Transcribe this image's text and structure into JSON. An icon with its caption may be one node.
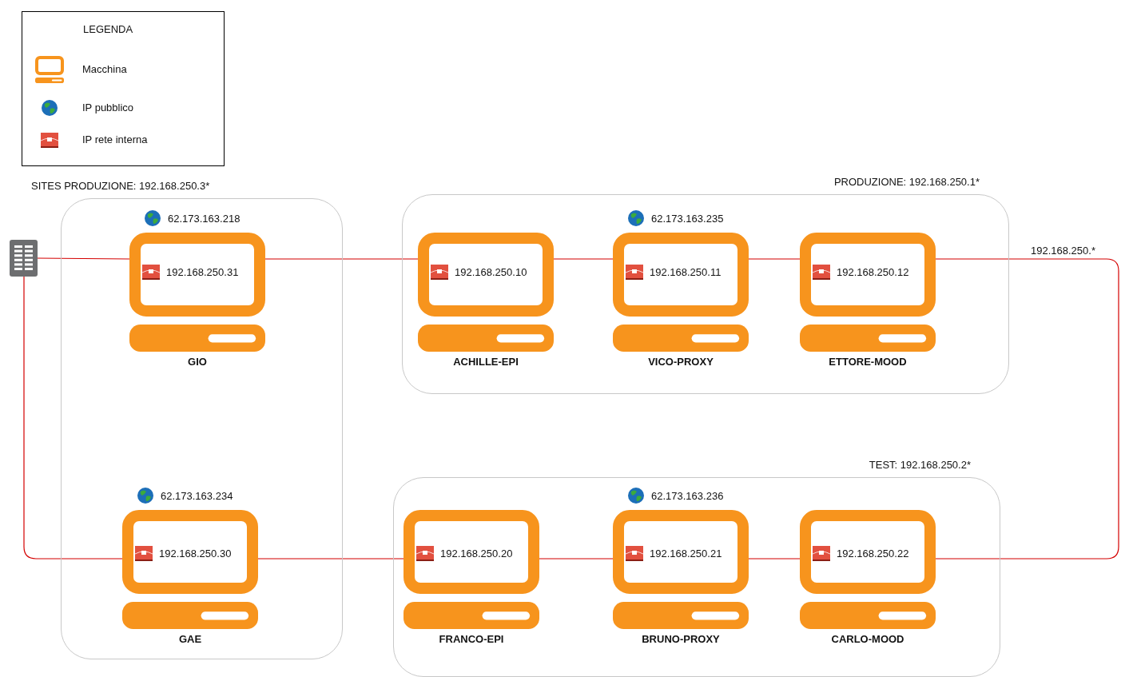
{
  "diagram": {
    "nodes": [
      {
        "text": [
          "SITES PRODUZIONE: 192.168.250.3*"
        ]
      },
      {
        "text": [
          "62.173.163.218",
          "192.168.250.31",
          "GIO"
        ],
        "in": 0
      },
      {
        "text": [
          "62.173.163.234",
          "192.168.250.30",
          "GAE"
        ],
        "in": 0
      },
      {
        "text": [
          "PRODUZIONE: 192.168.250.1*"
        ]
      },
      {
        "text": [
          "192.168.250.10",
          "ACHILLE-EPI"
        ],
        "in": 3
      },
      {
        "text": [
          "62.173.163.235",
          "192.168.250.11",
          "VICO-PROXY"
        ],
        "in": 3
      },
      {
        "text": [
          "192.168.250.12",
          "ETTORE-MOOD"
        ],
        "in": 3
      },
      {
        "text": [
          "TEST: 192.168.250.2*"
        ]
      },
      {
        "text": [
          "192.168.250.20",
          "FRANCO-EPI"
        ],
        "in": 7
      },
      {
        "text": [
          "62.173.163.236",
          "192.168.250.21",
          "BRUNO-PROXY"
        ],
        "in": 7
      },
      {
        "text": [
          "192.168.250.22",
          "CARLO-MOOD"
        ],
        "in": 7
      },
      {
        "text": [],
        "shape": "switch"
      }
    ],
    "edges": [
      {
        "from": 11,
        "to": 1,
        "arrow": "none"
      },
      {
        "from": 1,
        "to": 4,
        "arrow": "none"
      },
      {
        "from": 4,
        "to": 5,
        "arrow": "none"
      },
      {
        "from": 5,
        "to": 6,
        "arrow": "none"
      },
      {
        "from": 6,
        "to": 10,
        "arrow": "none",
        "label": "192.168.250.*"
      },
      {
        "from": 10,
        "to": 9,
        "arrow": "none"
      },
      {
        "from": 9,
        "to": 8,
        "arrow": "none"
      },
      {
        "from": 8,
        "to": 2,
        "arrow": "none"
      },
      {
        "from": 2,
        "to": 11,
        "arrow": "none"
      }
    ],
    "labels": [
      "LEGENDA"
    ],
    "legend": [
      {
        "text": "Macchina"
      },
      {
        "text": "IP pubblico"
      },
      {
        "text": "IP rete interna"
      }
    ]
  }
}
